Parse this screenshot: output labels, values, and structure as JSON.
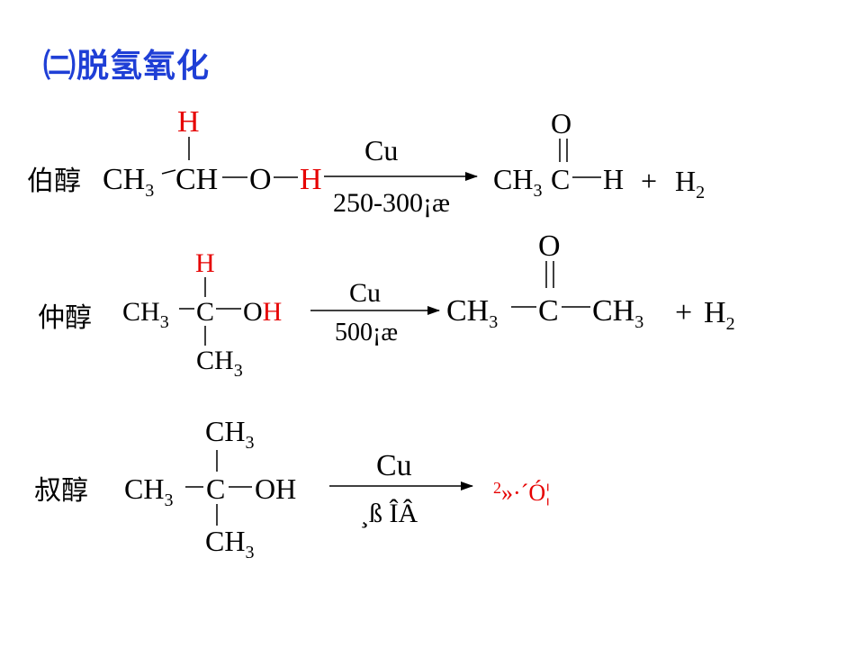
{
  "heading": "㈡脱氢氧化",
  "reactions": [
    {
      "label": "伯醇",
      "reactant": {
        "h_top": "H",
        "ch3": "CH",
        "ch3_sub": "3",
        "ch": "CH",
        "o": "O",
        "h_right": "H"
      },
      "catalyst": "Cu",
      "condition": "250-300¡æ",
      "product": {
        "o_top": "O",
        "ch3": "CH",
        "ch3_sub": "3",
        "c": "C",
        "h": "H"
      },
      "plus": "+",
      "byproduct": "H",
      "byproduct_sub": "2"
    },
    {
      "label": "仲醇",
      "reactant": {
        "h_top": "H",
        "ch3": "CH",
        "ch3_sub": "3",
        "c": "C",
        "o": "O",
        "h": "H",
        "ch3_bottom": "CH",
        "ch3_bottom_sub": "3"
      },
      "catalyst": "Cu",
      "condition": "500¡æ",
      "product": {
        "o_top": "O",
        "ch3_left": "CH",
        "ch3_left_sub": "3",
        "c": "C",
        "ch3_right": "CH",
        "ch3_right_sub": "3"
      },
      "plus": "+",
      "byproduct": "H",
      "byproduct_sub": "2"
    },
    {
      "label": "叔醇",
      "reactant": {
        "ch3_top": "CH",
        "ch3_top_sub": "3",
        "ch3": "CH",
        "ch3_sub": "3",
        "c": "C",
        "oh": "OH",
        "ch3_bottom": "CH",
        "ch3_bottom_sub": "3"
      },
      "catalyst": "Cu",
      "condition": "¸ß ÎÂ",
      "product_text_sup": "2",
      "product_text": "»·´Ó¦"
    }
  ],
  "colors": {
    "heading": "#1f3fd6",
    "highlight": "#e60000"
  }
}
